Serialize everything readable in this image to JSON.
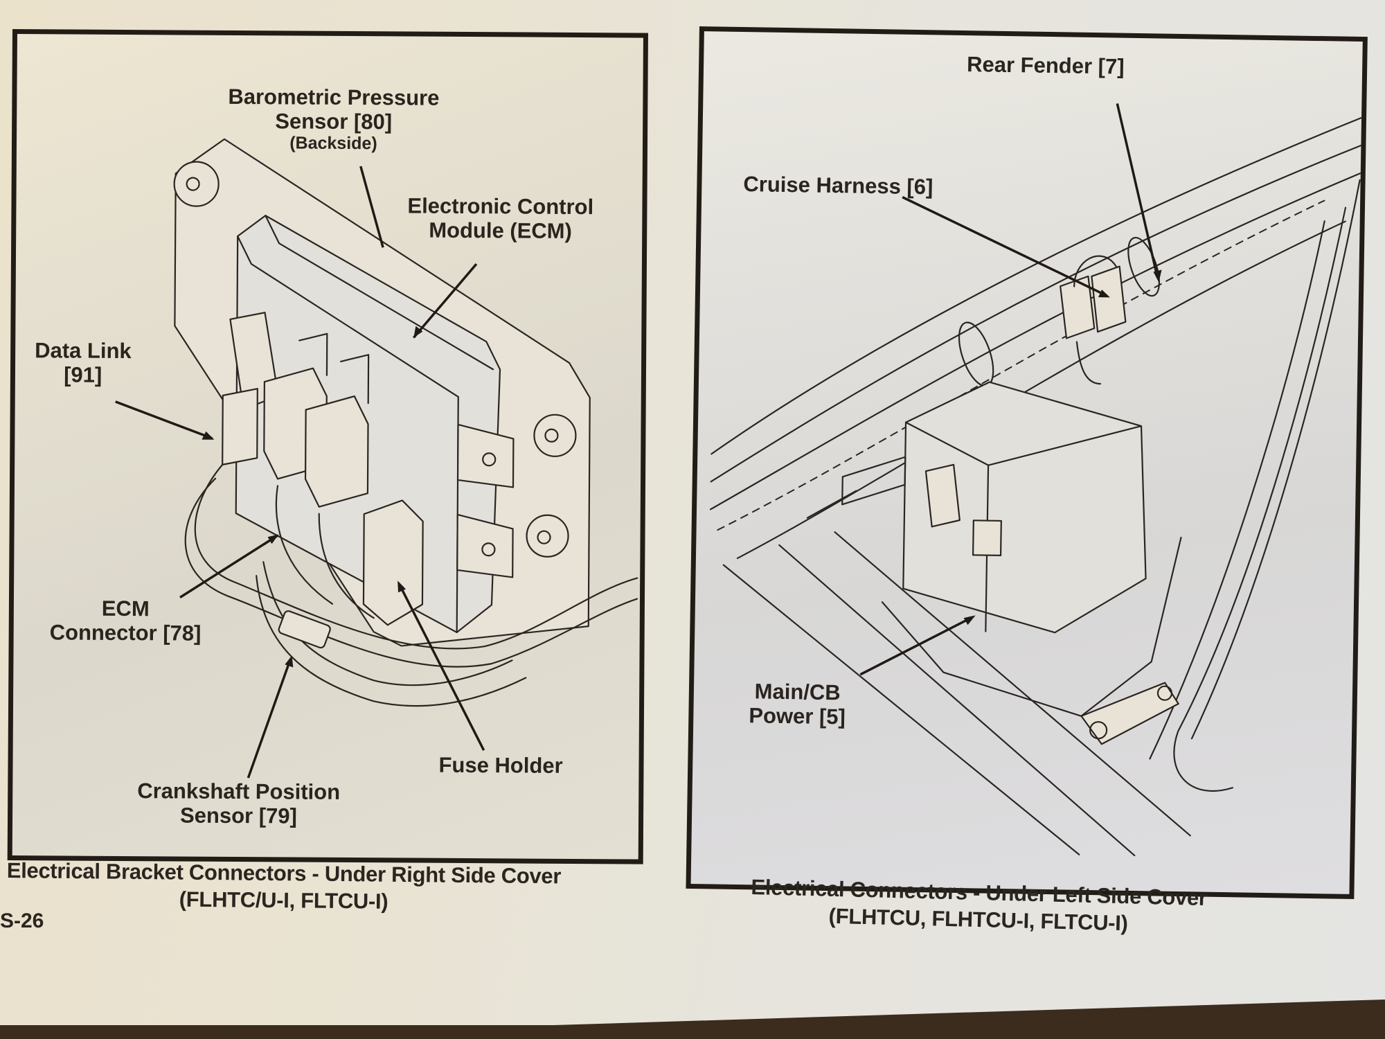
{
  "page": {
    "page_number": "S-26"
  },
  "left_figure": {
    "caption_line1": "Electrical Bracket Connectors -  Under Right Side Cover",
    "caption_line2": "(FLHTC/U-I, FLTCU-I)",
    "callouts": {
      "barometric_sensor": {
        "line1": "Barometric Pressure",
        "line2": "Sensor [80]",
        "line3": "(Backside)"
      },
      "ecm": {
        "line1": "Electronic Control",
        "line2": "Module (ECM)"
      },
      "data_link": {
        "line1": "Data Link",
        "line2": "[91]"
      },
      "ecm_connector": {
        "line1": "ECM",
        "line2": "Connector  [78]"
      },
      "crankshaft_sensor": {
        "line1": "Crankshaft Position",
        "line2": "Sensor  [79]"
      },
      "fuse_holder": {
        "line1": "Fuse Holder"
      }
    }
  },
  "right_figure": {
    "caption_line1": "Electrical Connectors -  Under  Left Side Cover",
    "caption_line2": "(FLHTCU, FLHTCU-I, FLTCU-I)",
    "callouts": {
      "rear_fender": {
        "line1": "Rear Fender [7]"
      },
      "cruise_harness": {
        "line1": "Cruise Harness [6]"
      },
      "main_cb_power": {
        "line1": "Main/CB",
        "line2": "Power [5]"
      }
    }
  }
}
